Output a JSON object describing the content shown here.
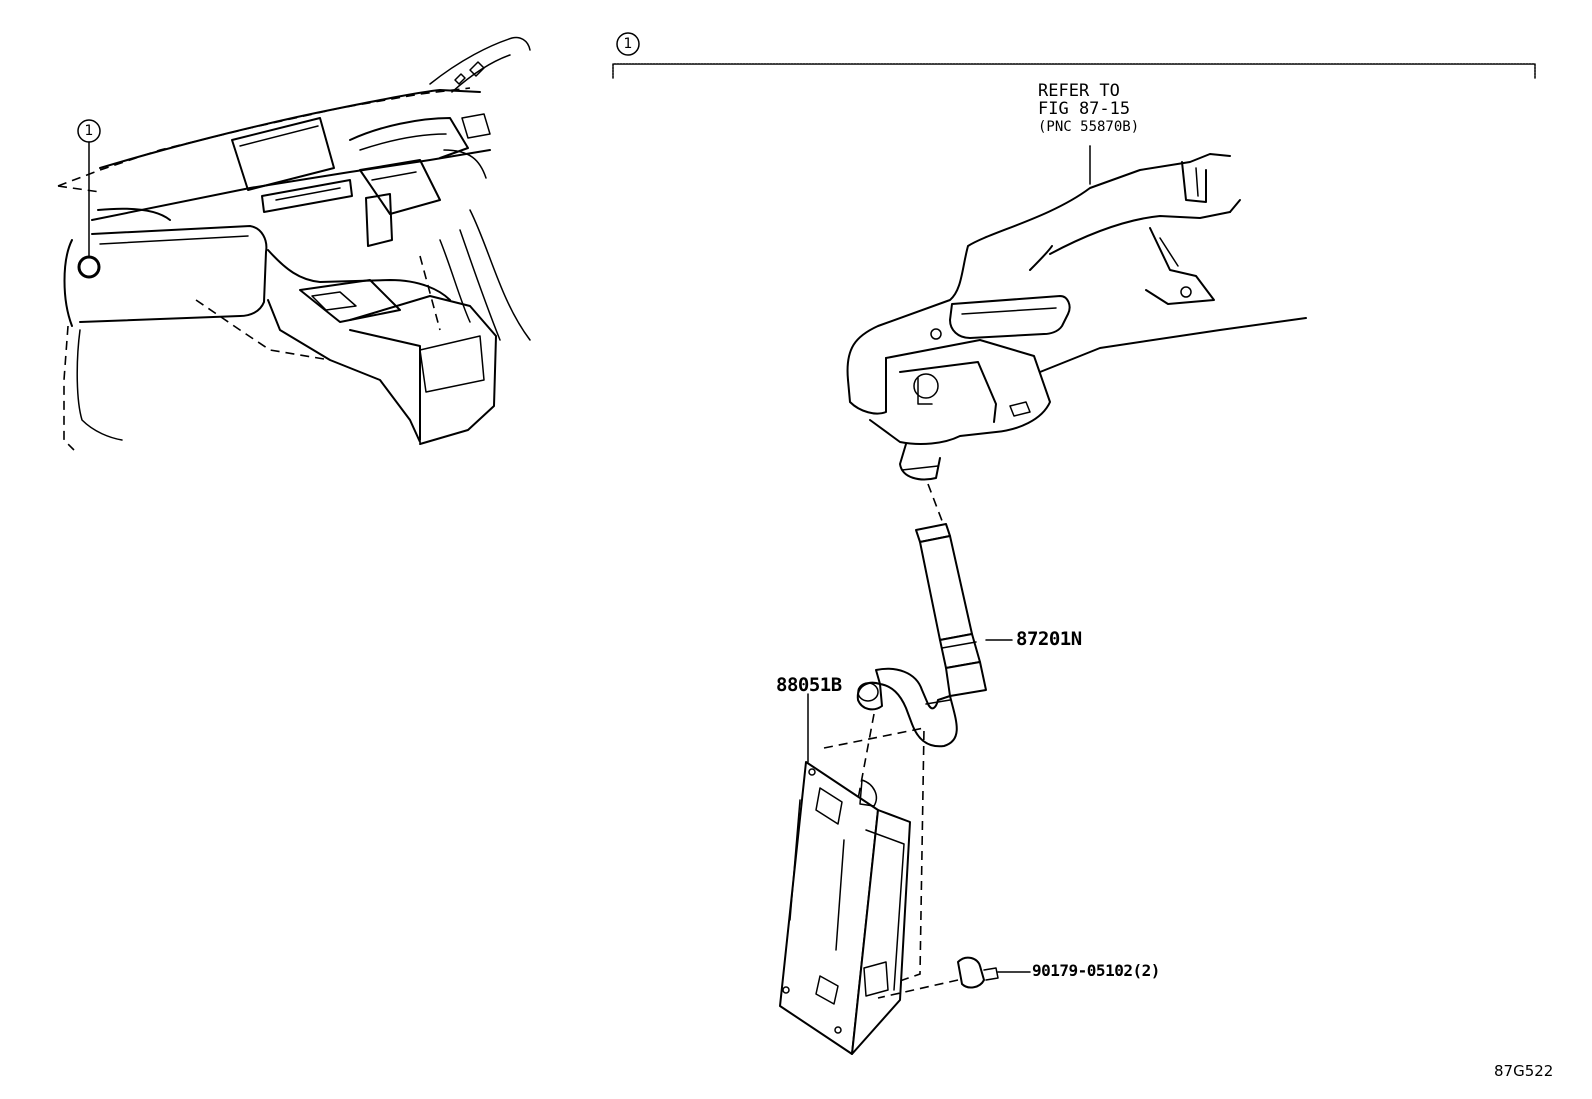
{
  "callouts": {
    "ref_number": "1"
  },
  "reference": {
    "line1": "REFER TO",
    "line2": "FIG 87-15",
    "line3": "(PNC 55870B)"
  },
  "parts": {
    "hose": "87201N",
    "sensor": "88051B",
    "screw": "90179-05102(2)"
  },
  "figure_code": "87G522"
}
